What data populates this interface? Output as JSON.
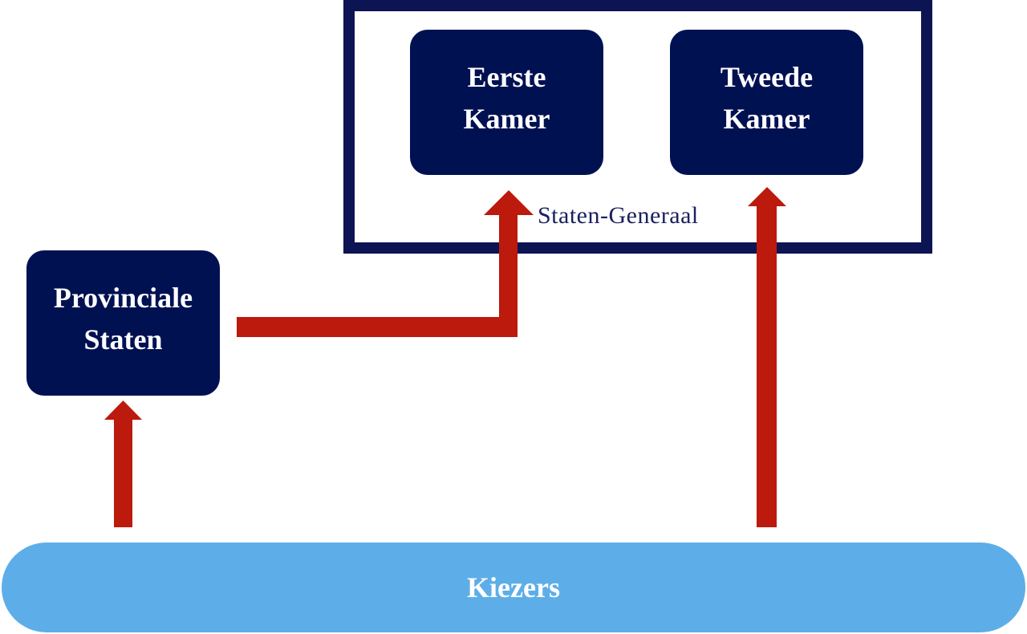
{
  "diagram": {
    "group_label": "Staten-Generaal",
    "nodes": {
      "eerste_kamer": {
        "line1": "Eerste",
        "line2": "Kamer"
      },
      "tweede_kamer": {
        "line1": "Tweede",
        "line2": "Kamer"
      },
      "provinciale_staten": {
        "line1": "Provinciale",
        "line2": "Staten"
      },
      "kiezers": {
        "label": "Kiezers"
      }
    },
    "edges": [
      {
        "from": "Kiezers",
        "to": "Provinciale Staten"
      },
      {
        "from": "Provinciale Staten",
        "to": "Eerste Kamer"
      },
      {
        "from": "Kiezers",
        "to": "Tweede Kamer"
      }
    ],
    "colors": {
      "node": "#001152",
      "arrow": "#bb1a0c",
      "kiezers": "#5daee8"
    }
  }
}
